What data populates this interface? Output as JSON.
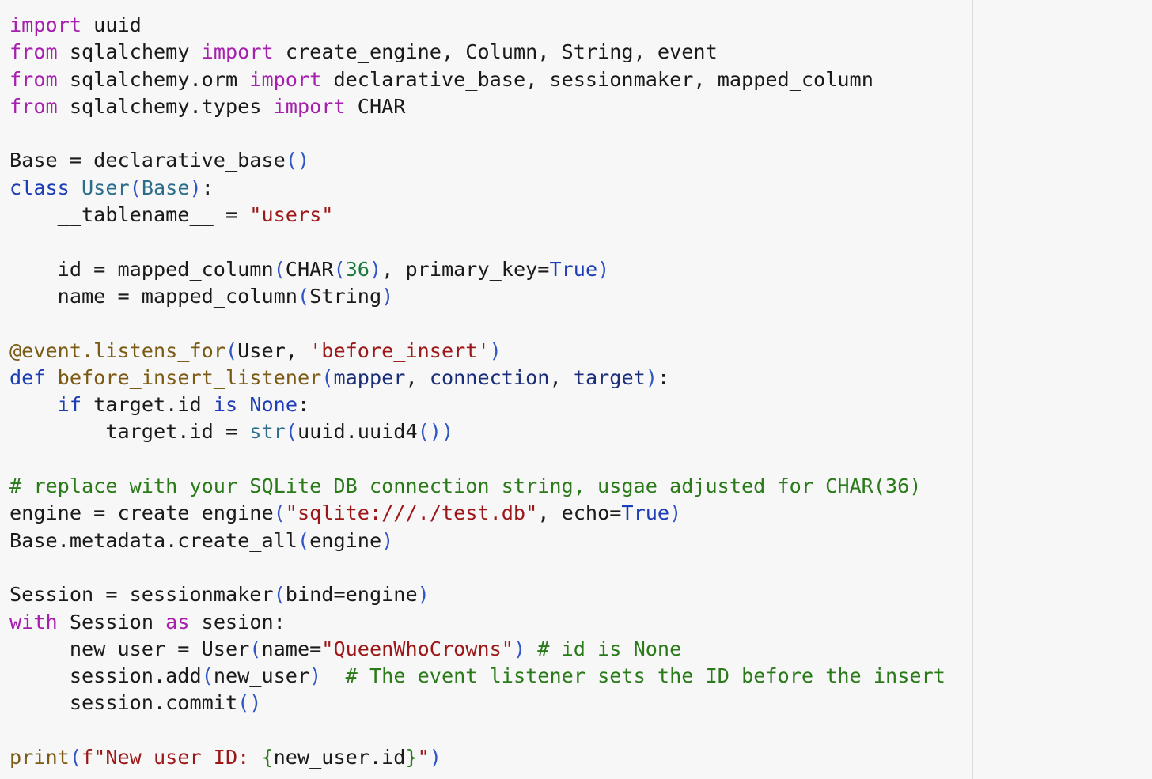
{
  "editor": {
    "lines": [
      [
        {
          "t": "import",
          "c": "kw"
        },
        {
          "t": " uuid",
          "c": "plain"
        }
      ],
      [
        {
          "t": "from",
          "c": "kw"
        },
        {
          "t": " sqlalchemy ",
          "c": "plain"
        },
        {
          "t": "import",
          "c": "kw"
        },
        {
          "t": " create_engine, Column, String, event",
          "c": "plain"
        }
      ],
      [
        {
          "t": "from",
          "c": "kw"
        },
        {
          "t": " sqlalchemy.orm ",
          "c": "plain"
        },
        {
          "t": "import",
          "c": "kw"
        },
        {
          "t": " declarative_base, sessionmaker, mapped_column",
          "c": "plain"
        }
      ],
      [
        {
          "t": "from",
          "c": "kw"
        },
        {
          "t": " sqlalchemy.types ",
          "c": "plain"
        },
        {
          "t": "import",
          "c": "kw"
        },
        {
          "t": " CHAR",
          "c": "plain"
        }
      ],
      [],
      [
        {
          "t": "Base = declarative_base",
          "c": "plain"
        },
        {
          "t": "()",
          "c": "paren"
        }
      ],
      [
        {
          "t": "class",
          "c": "kw2"
        },
        {
          "t": " ",
          "c": "plain"
        },
        {
          "t": "User",
          "c": "cls"
        },
        {
          "t": "(",
          "c": "paren"
        },
        {
          "t": "Base",
          "c": "cls"
        },
        {
          "t": ")",
          "c": "paren"
        },
        {
          "t": ":",
          "c": "plain"
        }
      ],
      [
        {
          "t": "    __tablename__ = ",
          "c": "plain"
        },
        {
          "t": "\"users\"",
          "c": "str"
        }
      ],
      [],
      [
        {
          "t": "    id = mapped_column",
          "c": "plain"
        },
        {
          "t": "(",
          "c": "paren"
        },
        {
          "t": "CHAR",
          "c": "plain"
        },
        {
          "t": "(",
          "c": "paren"
        },
        {
          "t": "36",
          "c": "num"
        },
        {
          "t": ")",
          "c": "paren"
        },
        {
          "t": ", primary_key=",
          "c": "plain"
        },
        {
          "t": "True",
          "c": "kw2"
        },
        {
          "t": ")",
          "c": "paren"
        }
      ],
      [
        {
          "t": "    name = mapped_column",
          "c": "plain"
        },
        {
          "t": "(",
          "c": "paren"
        },
        {
          "t": "String",
          "c": "plain"
        },
        {
          "t": ")",
          "c": "paren"
        }
      ],
      [],
      [
        {
          "t": "@event.listens_for",
          "c": "dec"
        },
        {
          "t": "(",
          "c": "paren"
        },
        {
          "t": "User, ",
          "c": "plain"
        },
        {
          "t": "'before_insert'",
          "c": "str"
        },
        {
          "t": ")",
          "c": "paren"
        }
      ],
      [
        {
          "t": "def",
          "c": "kw2"
        },
        {
          "t": " ",
          "c": "plain"
        },
        {
          "t": "before_insert_listener",
          "c": "dec"
        },
        {
          "t": "(",
          "c": "paren"
        },
        {
          "t": "mapper",
          "c": "param"
        },
        {
          "t": ", ",
          "c": "plain"
        },
        {
          "t": "connection",
          "c": "param"
        },
        {
          "t": ", ",
          "c": "plain"
        },
        {
          "t": "target",
          "c": "param"
        },
        {
          "t": ")",
          "c": "paren"
        },
        {
          "t": ":",
          "c": "plain"
        }
      ],
      [
        {
          "t": "    ",
          "c": "plain"
        },
        {
          "t": "if",
          "c": "kw2"
        },
        {
          "t": " target.id ",
          "c": "plain"
        },
        {
          "t": "is",
          "c": "kw2"
        },
        {
          "t": " ",
          "c": "plain"
        },
        {
          "t": "None",
          "c": "kw2"
        },
        {
          "t": ":",
          "c": "plain"
        }
      ],
      [
        {
          "t": "        target.id = ",
          "c": "plain"
        },
        {
          "t": "str",
          "c": "bi"
        },
        {
          "t": "(",
          "c": "paren"
        },
        {
          "t": "uuid.uuid4",
          "c": "plain"
        },
        {
          "t": "())",
          "c": "paren"
        }
      ],
      [],
      [
        {
          "t": "# replace with your SQLite DB connection string, usgae adjusted for CHAR(36)",
          "c": "cmt"
        }
      ],
      [
        {
          "t": "engine = create_engine",
          "c": "plain"
        },
        {
          "t": "(",
          "c": "paren"
        },
        {
          "t": "\"sqlite:///./test.db\"",
          "c": "str"
        },
        {
          "t": ", echo=",
          "c": "plain"
        },
        {
          "t": "True",
          "c": "kw2"
        },
        {
          "t": ")",
          "c": "paren"
        }
      ],
      [
        {
          "t": "Base.metadata.create_all",
          "c": "plain"
        },
        {
          "t": "(",
          "c": "paren"
        },
        {
          "t": "engine",
          "c": "plain"
        },
        {
          "t": ")",
          "c": "paren"
        }
      ],
      [],
      [
        {
          "t": "Session = sessionmaker",
          "c": "plain"
        },
        {
          "t": "(",
          "c": "paren"
        },
        {
          "t": "bind=engine",
          "c": "plain"
        },
        {
          "t": ")",
          "c": "paren"
        }
      ],
      [
        {
          "t": "with",
          "c": "kw"
        },
        {
          "t": " Session ",
          "c": "plain"
        },
        {
          "t": "as",
          "c": "kw"
        },
        {
          "t": " sesion:",
          "c": "plain"
        }
      ],
      [
        {
          "t": "     new_user = User",
          "c": "plain"
        },
        {
          "t": "(",
          "c": "paren"
        },
        {
          "t": "name=",
          "c": "plain"
        },
        {
          "t": "\"QueenWhoCrowns\"",
          "c": "str"
        },
        {
          "t": ")",
          "c": "paren"
        },
        {
          "t": " ",
          "c": "plain"
        },
        {
          "t": "# id is None",
          "c": "cmt"
        }
      ],
      [
        {
          "t": "     session.add",
          "c": "plain"
        },
        {
          "t": "(",
          "c": "paren"
        },
        {
          "t": "new_user",
          "c": "plain"
        },
        {
          "t": ")",
          "c": "paren"
        },
        {
          "t": "  ",
          "c": "plain"
        },
        {
          "t": "# The event listener sets the ID before the insert",
          "c": "cmt"
        }
      ],
      [
        {
          "t": "     session.commit",
          "c": "plain"
        },
        {
          "t": "()",
          "c": "paren"
        }
      ],
      [],
      [
        {
          "t": "print",
          "c": "dec"
        },
        {
          "t": "(",
          "c": "paren"
        },
        {
          "t": "f\"New user ID: ",
          "c": "str"
        },
        {
          "t": "{",
          "c": "fmt"
        },
        {
          "t": "new_user.id",
          "c": "plain"
        },
        {
          "t": "}",
          "c": "fmt"
        },
        {
          "t": "\"",
          "c": "str"
        },
        {
          "t": ")",
          "c": "paren"
        }
      ]
    ]
  }
}
